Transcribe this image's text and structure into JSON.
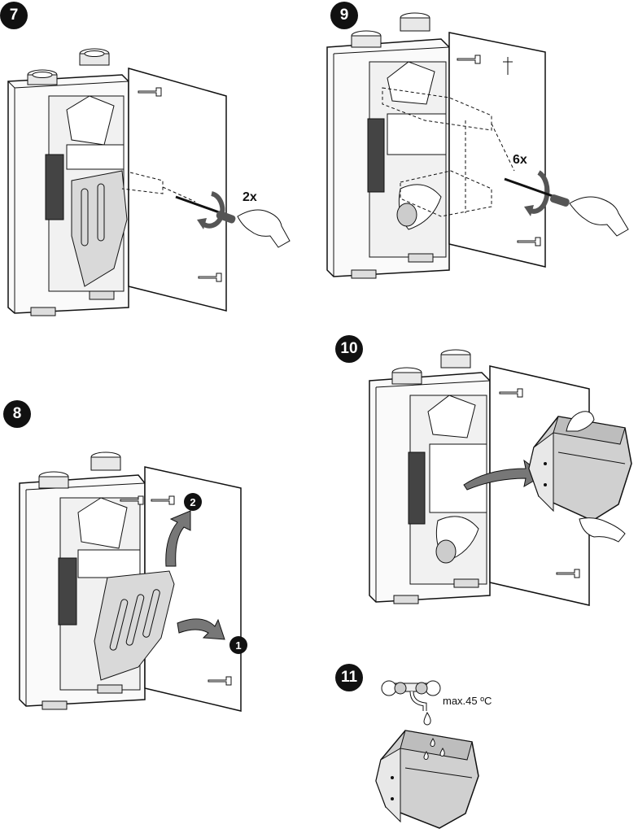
{
  "steps": {
    "s7": {
      "number": "7",
      "count": "2x"
    },
    "s9": {
      "number": "9",
      "count": "6x"
    },
    "s8": {
      "number": "8",
      "order_1": "1",
      "order_2": "2"
    },
    "s10": {
      "number": "10"
    },
    "s11": {
      "number": "11",
      "temp_note": "max.45 ºC"
    }
  },
  "icons": [
    "unit-housing-icon",
    "screwdriver-icon",
    "hand-icon",
    "rotate-arrow-icon",
    "heat-exchanger-icon",
    "faucet-icon",
    "water-drop-icon"
  ],
  "colors": {
    "line": "#111111",
    "panel_fill": "#f4f4f4",
    "cover_fill": "#d9d9d9",
    "arrow_fill": "#777777",
    "badge": "#111111"
  }
}
